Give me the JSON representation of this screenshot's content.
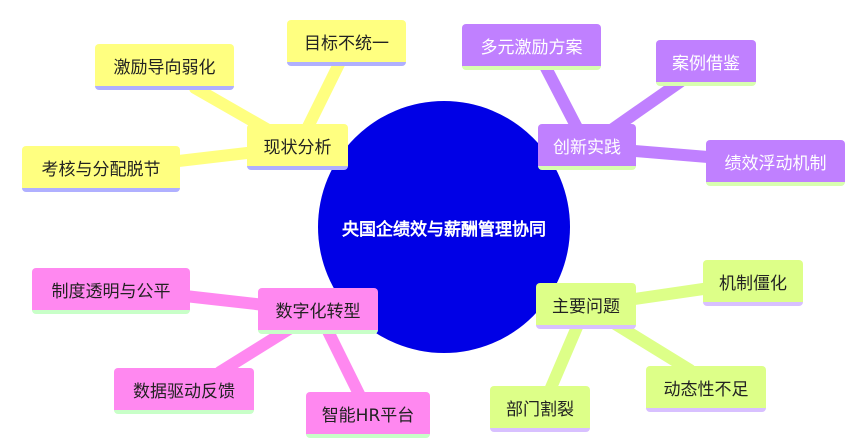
{
  "center": "央国企绩效与薪酬管理协同",
  "branches": {
    "status": {
      "label": "现状分析",
      "children": [
        "目标不统一",
        "激励导向弱化",
        "考核与分配脱节"
      ]
    },
    "innovation": {
      "label": "创新实践",
      "children": [
        "多元激励方案",
        "案例借鉴",
        "绩效浮动机制"
      ]
    },
    "problems": {
      "label": "主要问题",
      "children": [
        "机制僵化",
        "动态性不足",
        "部门割裂"
      ]
    },
    "digital": {
      "label": "数字化转型",
      "children": [
        "制度透明与公平",
        "数据驱动反馈",
        "智能HR平台"
      ]
    }
  },
  "colors": {
    "status": "#ffff80",
    "innovation": "#c080ff",
    "problems": "#ddff88",
    "digital": "#ff88f0",
    "center": "#0000e6"
  }
}
